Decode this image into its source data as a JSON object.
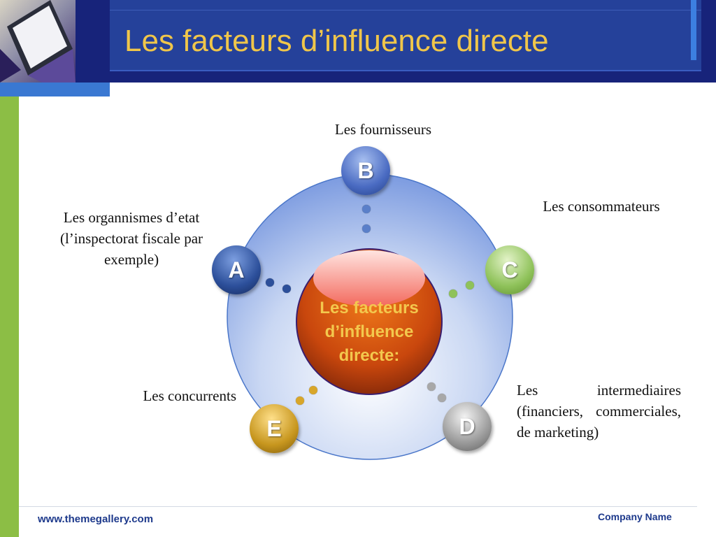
{
  "header": {
    "title": "Les facteurs d’influence directe"
  },
  "center": {
    "label": "Les facteurs d’influence directe:"
  },
  "nodes": [
    {
      "letter": "A",
      "label": "Les organnismes d’etat (l’inspectorat fiscale par exemple)",
      "color": "#2c4f9a"
    },
    {
      "letter": "B",
      "label": "Les fournisseurs",
      "color": "#4a6bc2"
    },
    {
      "letter": "C",
      "label": "Les consommateurs",
      "color": "#8fc25a"
    },
    {
      "letter": "D",
      "label": "Les intermediaires (financiers, commerciales, de marketing)",
      "color": "#9a9a9a"
    },
    {
      "letter": "E",
      "label": "Les concurrents",
      "color": "#c7961e"
    }
  ],
  "footer": {
    "website": "www.themegallery.com",
    "company": "Company Name"
  }
}
